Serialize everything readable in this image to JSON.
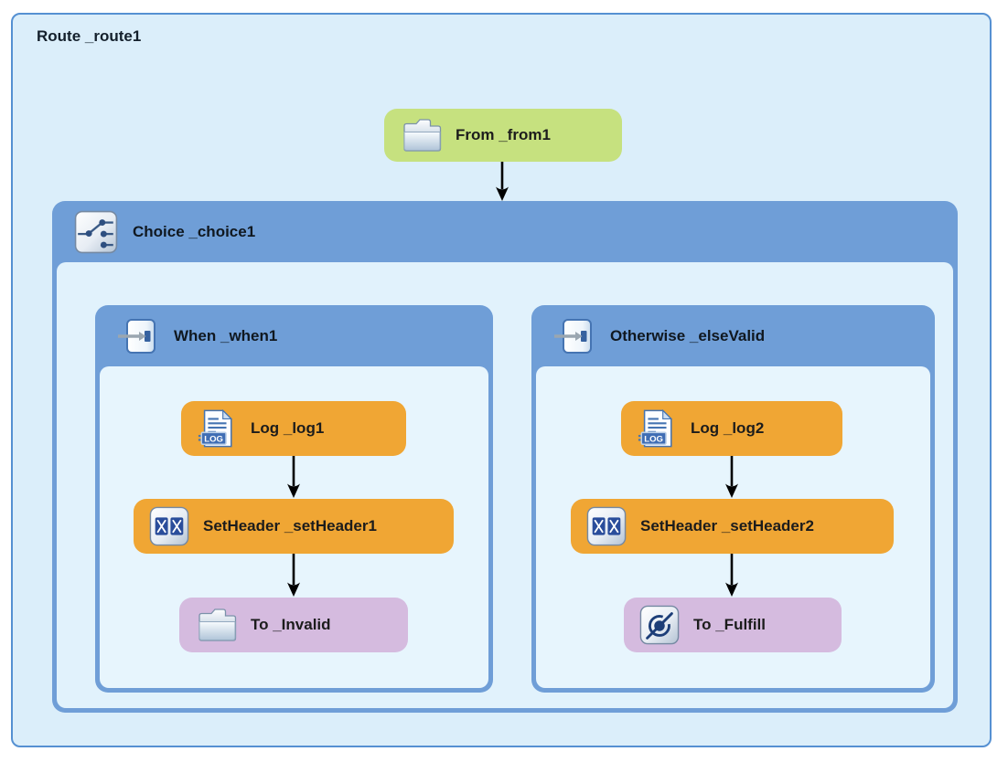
{
  "diagram": {
    "type": "camel-route-flow",
    "route": {
      "label": "Route _route1"
    },
    "from": {
      "label": "From _from1",
      "icon": "folder-icon"
    },
    "choice": {
      "label": "Choice _choice1",
      "icon": "choice-switch-icon",
      "branches": {
        "when": {
          "label": "When _when1",
          "icon": "message-filter-icon",
          "steps": [
            {
              "label": "Log _log1",
              "icon": "log-document-icon"
            },
            {
              "label": "SetHeader _setHeader1",
              "icon": "transform-icon"
            },
            {
              "label": "To _Invalid",
              "icon": "folder-icon"
            }
          ]
        },
        "otherwise": {
          "label": "Otherwise _elseValid",
          "icon": "message-filter-icon",
          "steps": [
            {
              "label": "Log _log2",
              "icon": "log-document-icon"
            },
            {
              "label": "SetHeader _setHeader2",
              "icon": "transform-icon"
            },
            {
              "label": "To _Fulfill",
              "icon": "endpoint-icon"
            }
          ]
        }
      }
    },
    "log_badge": "LOG"
  },
  "colors": {
    "route_fill": "#dbeefa",
    "route_border": "#5590d2",
    "container_header_blue": "#6f9ed7",
    "choice_body_fill": "#e1f2fc",
    "branch_body_fill": "#e7f5fd",
    "from_node_green": "#c6e17f",
    "process_node_orange": "#f0a634",
    "to_node_lavender": "#d5bbdf",
    "arrow_black": "#000000",
    "label_text": "#1c1c1c"
  }
}
